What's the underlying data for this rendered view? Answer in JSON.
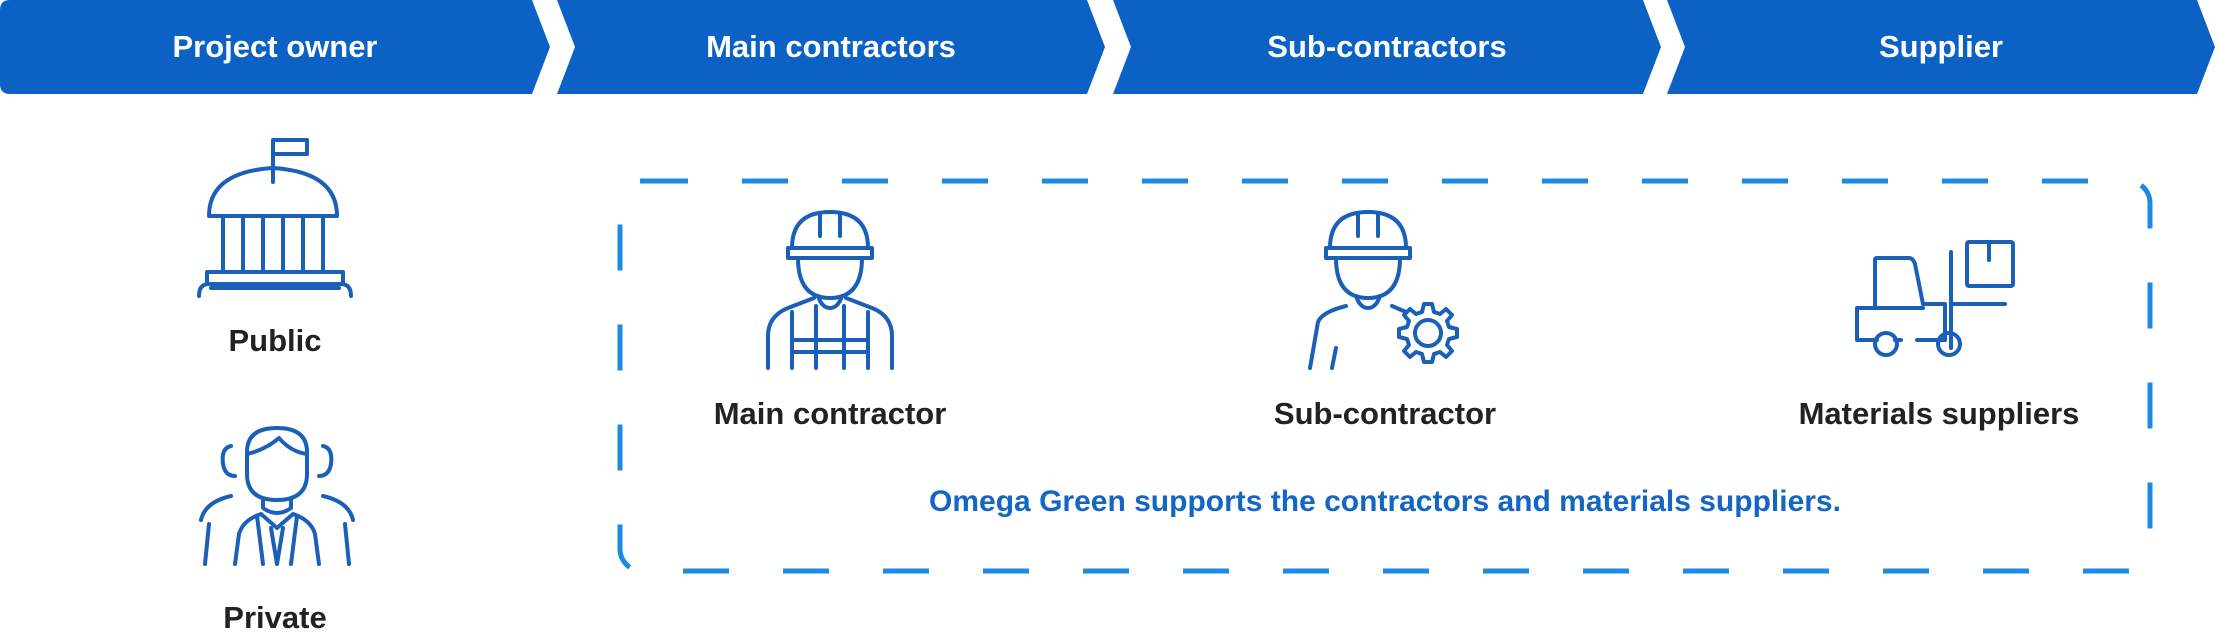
{
  "colors": {
    "primary": "#0b62c4",
    "dash": "#1e88e5",
    "icon_stroke": "#1a5fb8",
    "text_dark": "#222222",
    "note_text": "#1466c4"
  },
  "stages": [
    {
      "label": "Project owner"
    },
    {
      "label": "Main contractors"
    },
    {
      "label": "Sub-contractors"
    },
    {
      "label": "Supplier"
    }
  ],
  "owners": [
    {
      "label": "Public",
      "icon": "government-building-icon"
    },
    {
      "label": "Private",
      "icon": "business-people-icon"
    }
  ],
  "roles": [
    {
      "label": "Main contractor",
      "icon": "construction-worker-vest-icon"
    },
    {
      "label": "Sub-contractor",
      "icon": "worker-with-gear-icon"
    },
    {
      "label": "Materials suppliers",
      "icon": "forklift-icon"
    }
  ],
  "note": "Omega Green supports the contractors and materials suppliers."
}
